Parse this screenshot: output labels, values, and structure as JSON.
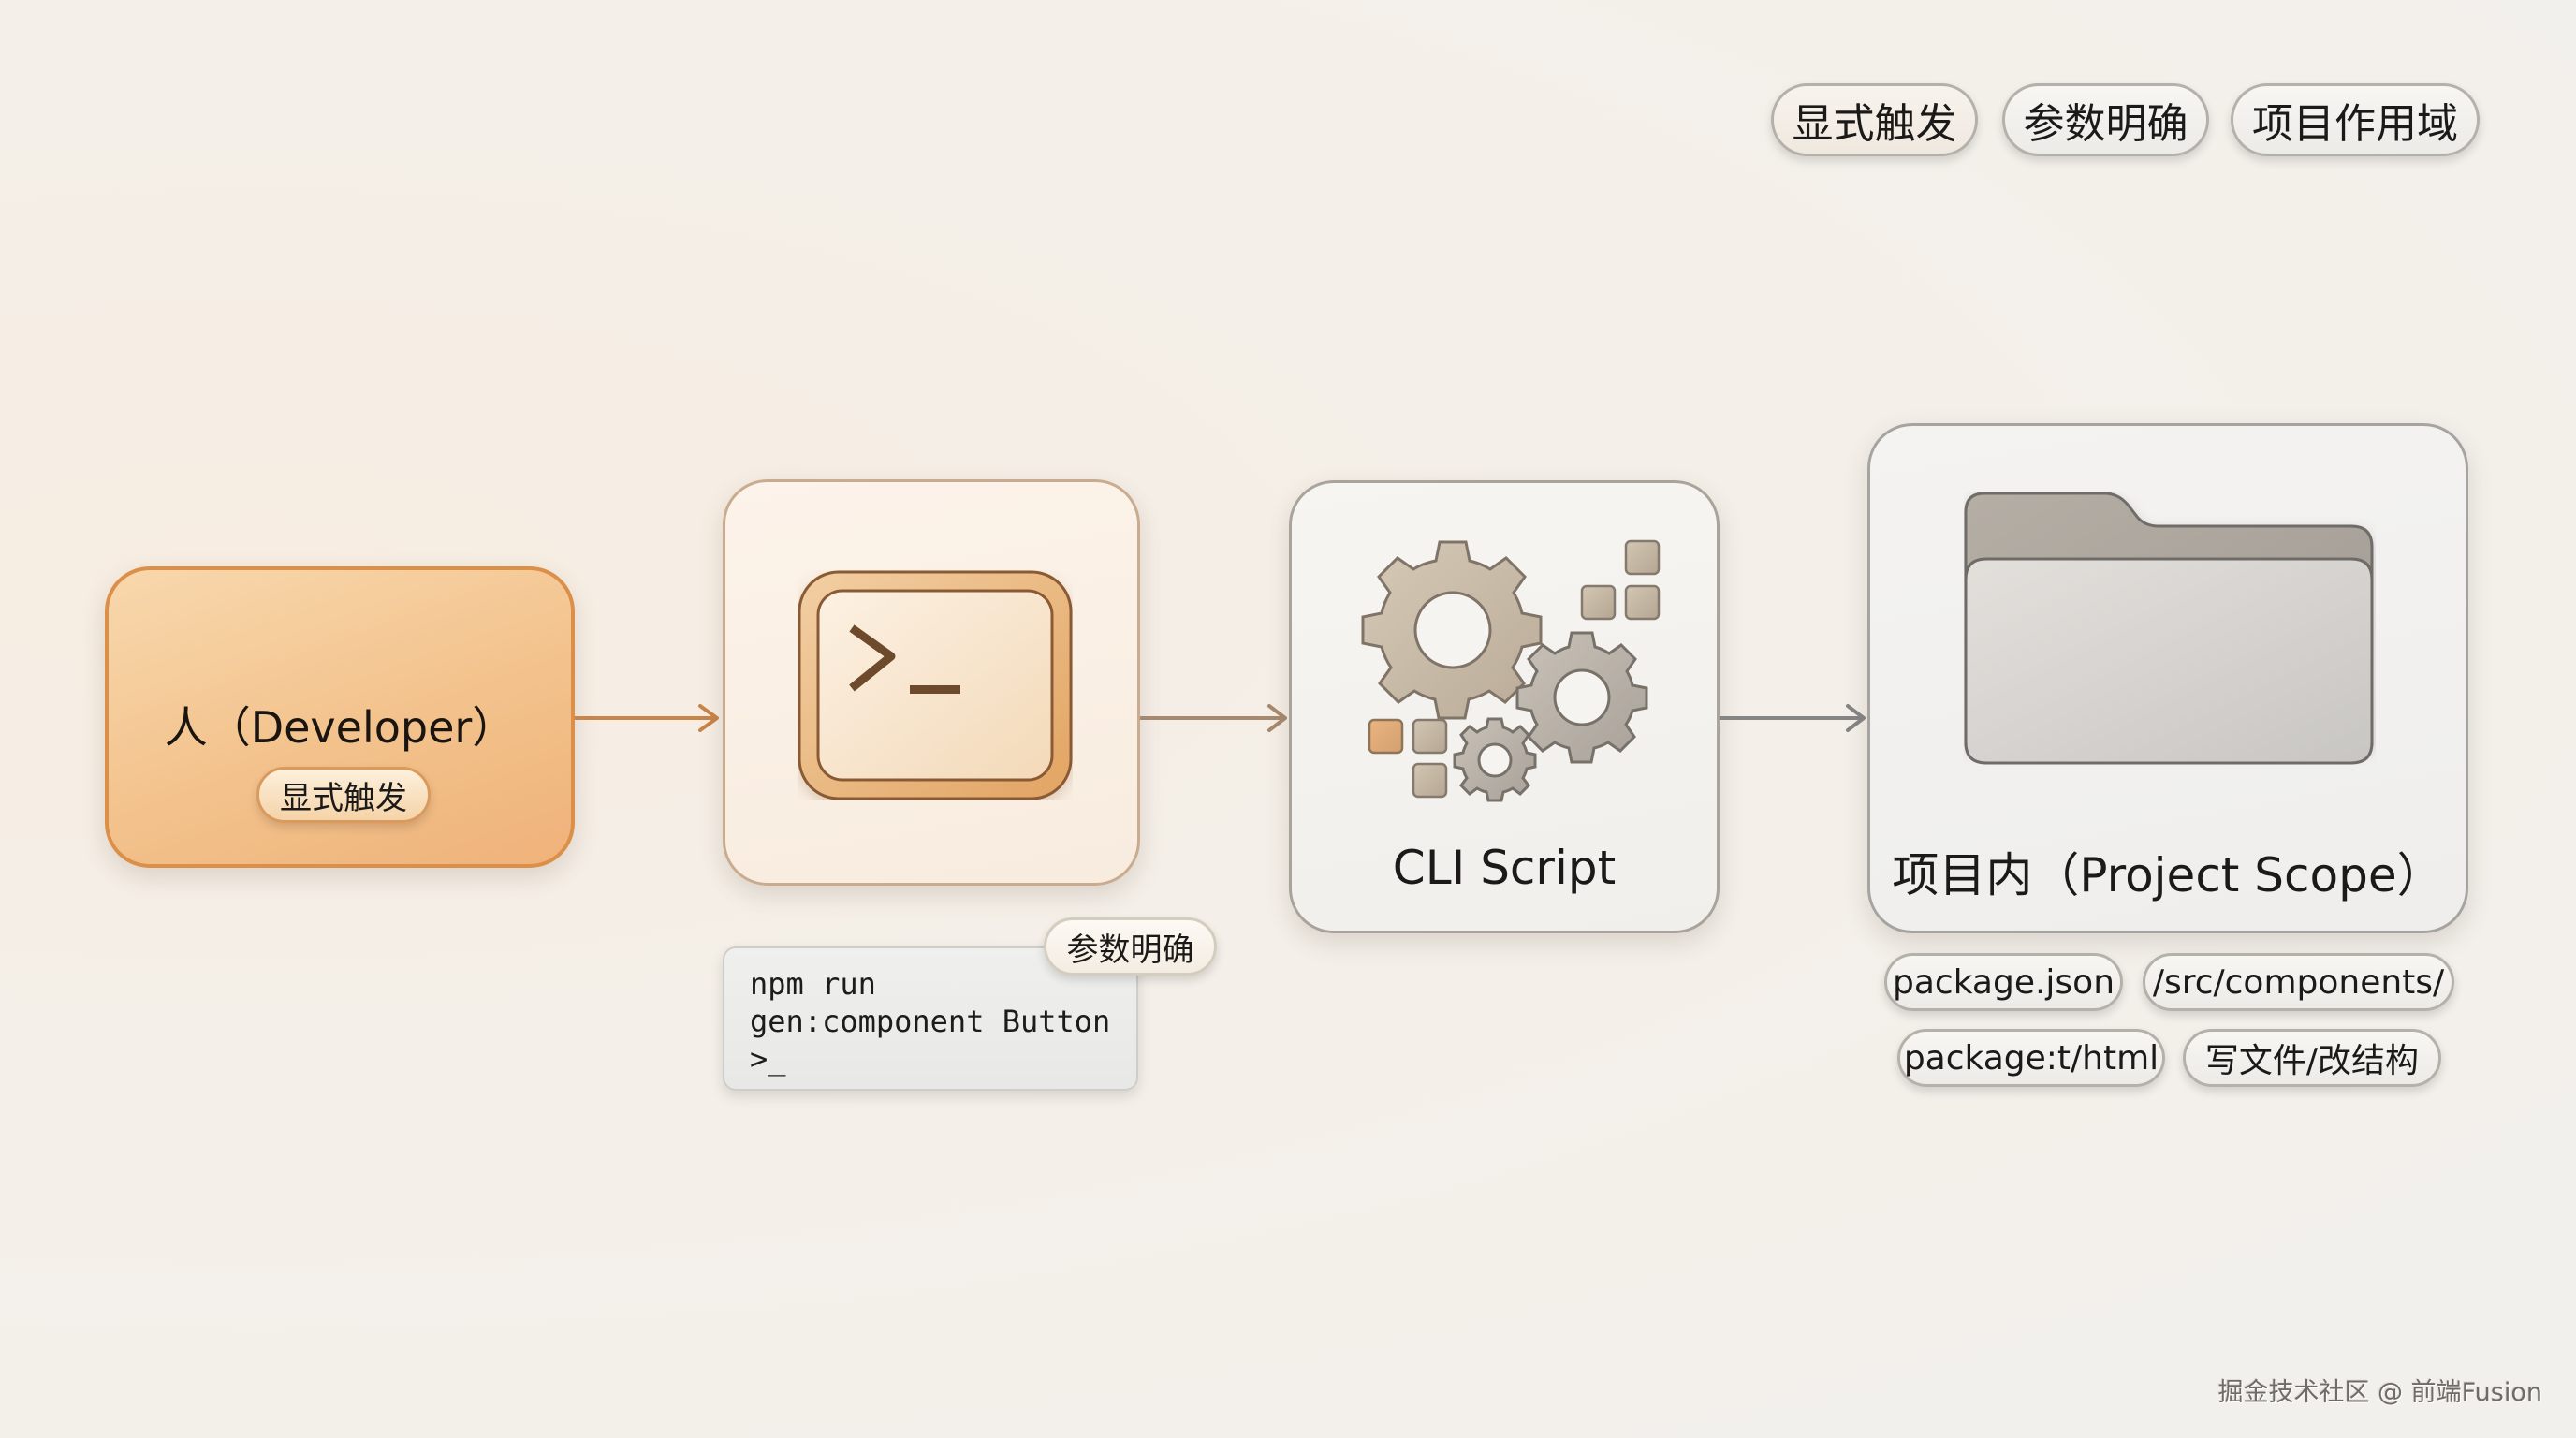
{
  "header_tags": [
    {
      "label": "显式触发"
    },
    {
      "label": "参数明确"
    },
    {
      "label": "项目作用域"
    }
  ],
  "developer": {
    "title": "人（Developer）",
    "badge": "显式触发",
    "accent": "#dc8f48"
  },
  "terminal": {
    "icon": "terminal-prompt-icon",
    "badge": "参数明确",
    "command_lines": [
      "npm run",
      "gen:component Button",
      ">_"
    ]
  },
  "cli": {
    "label": "CLI Script",
    "icon": "gears-icon"
  },
  "project": {
    "label": "项目内（Project Scope）",
    "icon": "folder-icon",
    "tags": [
      {
        "label": "package.json"
      },
      {
        "label": "/src/components/"
      },
      {
        "label": "package:t/html"
      },
      {
        "label": "写文件/改结构"
      }
    ]
  },
  "arrows": [
    {
      "from": "developer",
      "to": "terminal",
      "color": "#c98448"
    },
    {
      "from": "terminal",
      "to": "cli",
      "color": "#a78a6e"
    },
    {
      "from": "cli",
      "to": "project",
      "color": "#858585"
    }
  ],
  "watermark": "掘金技术社区 @ 前端Fusion"
}
